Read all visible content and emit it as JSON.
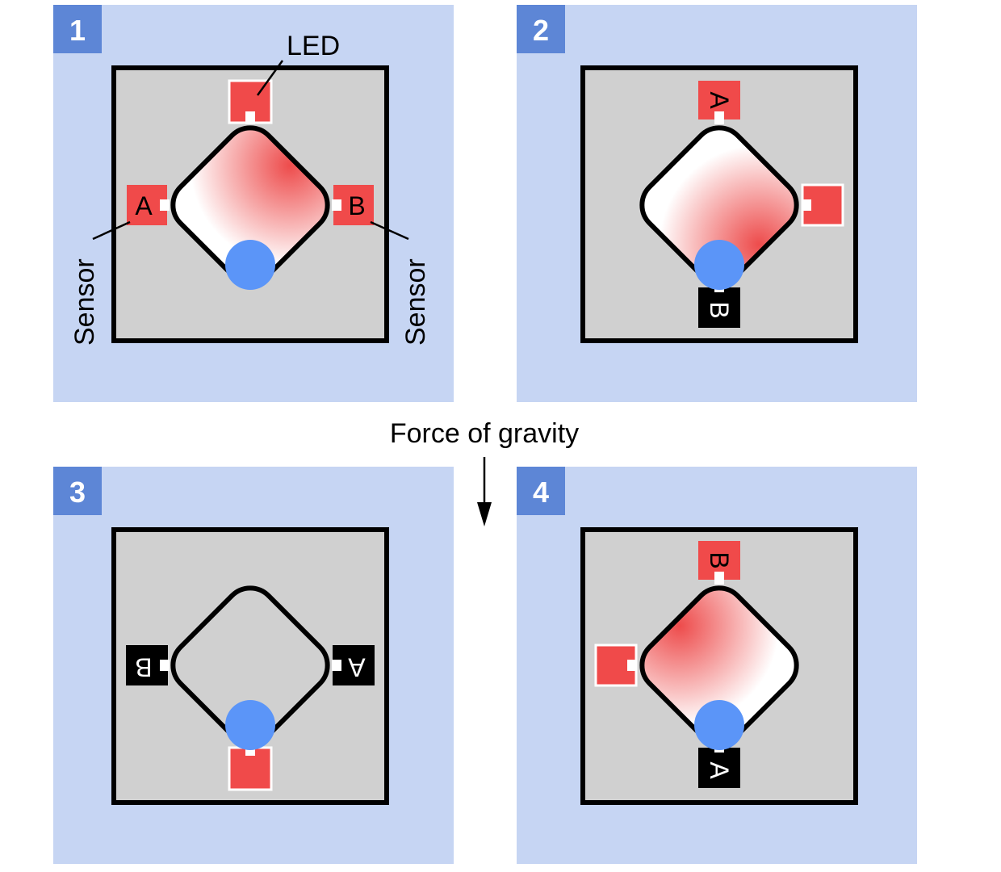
{
  "panels": [
    {
      "number": "1",
      "led": "top",
      "sensors": [
        {
          "position": "left",
          "letter": "A",
          "active": true
        },
        {
          "position": "right",
          "letter": "B",
          "active": true
        },
        {
          "position": "bottom",
          "letter": "",
          "active": false
        }
      ],
      "glow": "top",
      "ball": "bottom"
    },
    {
      "number": "2",
      "led": "right",
      "sensors": [
        {
          "position": "top",
          "letter": "A",
          "active": true
        },
        {
          "position": "bottom",
          "letter": "B",
          "active": false
        }
      ],
      "glow": "right",
      "ball": "bottom"
    },
    {
      "number": "3",
      "led": "bottom",
      "sensors": [
        {
          "position": "left",
          "letter": "B",
          "active": false
        },
        {
          "position": "right",
          "letter": "A",
          "active": false
        }
      ],
      "glow": "none",
      "ball": "bottom"
    },
    {
      "number": "4",
      "led": "left",
      "sensors": [
        {
          "position": "top",
          "letter": "B",
          "active": true
        },
        {
          "position": "bottom",
          "letter": "A",
          "active": false
        }
      ],
      "glow": "left",
      "ball": "bottom"
    }
  ],
  "labels": {
    "led": "LED",
    "sensor_left": "Sensor",
    "sensor_right": "Sensor",
    "gravity": "Force of gravity"
  },
  "colors": {
    "panel_background": "#c6d5f3",
    "badge": "#5d86d6",
    "box_fill": "#d0d0d0",
    "active_red": "#f04a4a",
    "ball_blue": "#5b95f8",
    "inactive_black": "#000000"
  }
}
